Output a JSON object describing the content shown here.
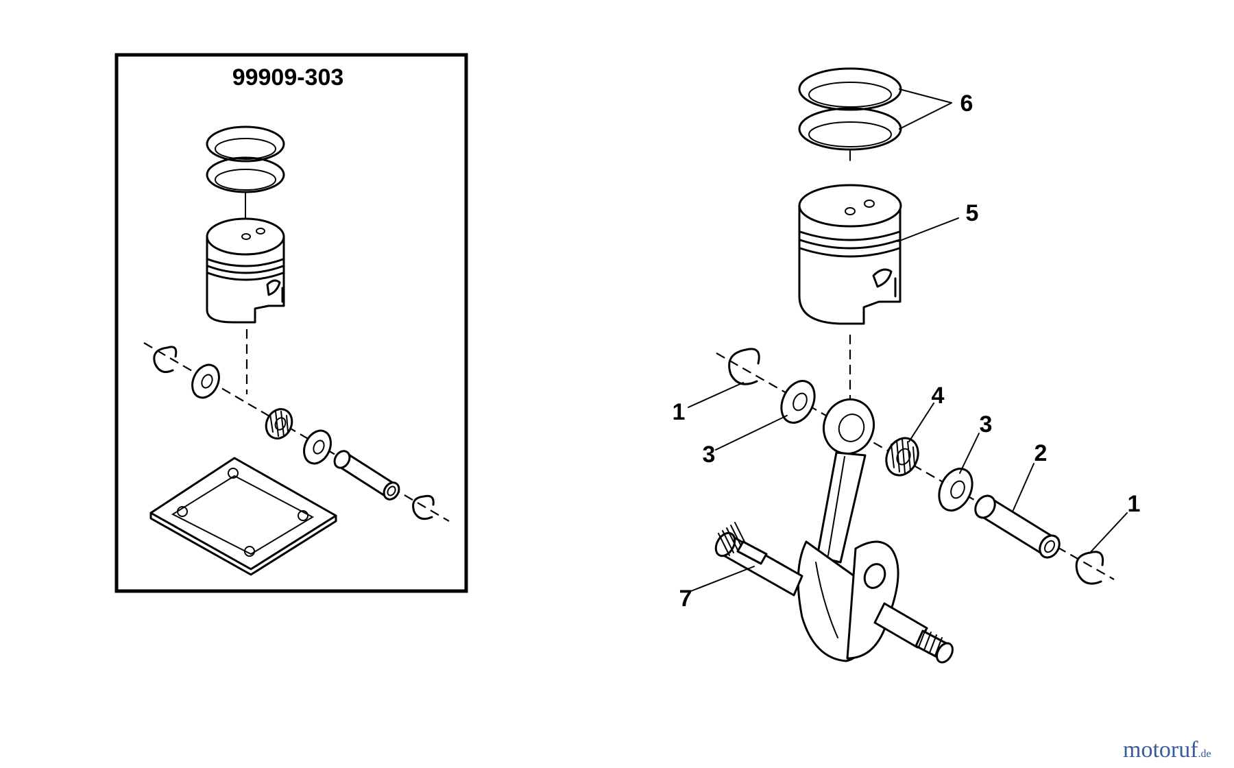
{
  "kit": {
    "part_number": "99909-303"
  },
  "callouts": [
    {
      "number": "6",
      "part": "piston rings"
    },
    {
      "number": "5",
      "part": "piston"
    },
    {
      "number": "4",
      "part": "needle bearing"
    },
    {
      "number": "3",
      "part": "washer"
    },
    {
      "number": "3",
      "part": "washer"
    },
    {
      "number": "2",
      "part": "piston pin"
    },
    {
      "number": "1",
      "part": "circlip"
    },
    {
      "number": "1",
      "part": "circlip"
    },
    {
      "number": "7",
      "part": "crankshaft"
    }
  ],
  "labels": {
    "c6": "6",
    "c5": "5",
    "c4": "4",
    "c3a": "3",
    "c3b": "3",
    "c2": "2",
    "c1a": "1",
    "c1b": "1",
    "c7": "7"
  },
  "watermark": {
    "main": "motoruf",
    "suffix": ".de",
    "color_main": "#3a5a9a",
    "color_accent": "#c0392b"
  }
}
